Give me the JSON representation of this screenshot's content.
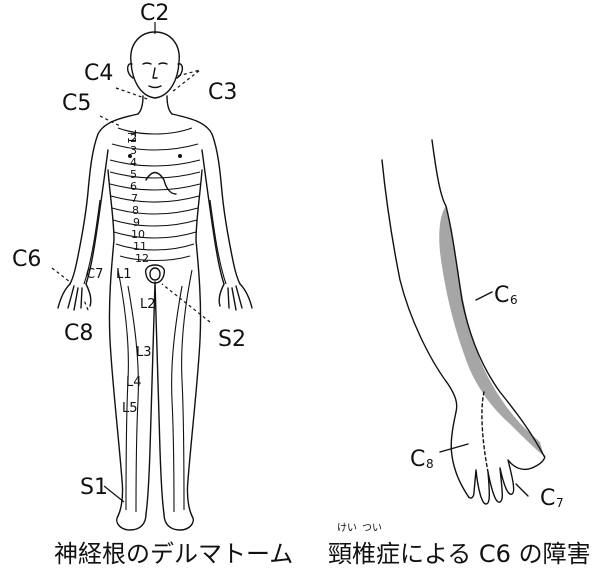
{
  "body_labels": {
    "c2": "C2",
    "c3": "C3",
    "c4": "C4",
    "c5": "C5",
    "c6": "C6",
    "c7": "C7",
    "c8": "C8",
    "l1": "L1",
    "l2": "L2",
    "l3": "L3",
    "l4": "L4",
    "l5": "L5",
    "s1": "S1",
    "s2": "S2"
  },
  "thoracic_labels": [
    "T1",
    "2",
    "3",
    "4",
    "5",
    "6",
    "7",
    "8",
    "9",
    "10",
    "11",
    "12"
  ],
  "arm_labels": {
    "c6_main": "C",
    "c6_sub": "6",
    "c7_main": "C",
    "c7_sub": "7",
    "c8_main": "C",
    "c8_sub": "8"
  },
  "captions": {
    "left": "神経根のデルマトーム",
    "right": "頸椎症による C6 の障害",
    "ruby_kei": "けい",
    "ruby_tsui": "つい"
  },
  "colors": {
    "line": "#111111",
    "shade": "#a6a6a6"
  }
}
